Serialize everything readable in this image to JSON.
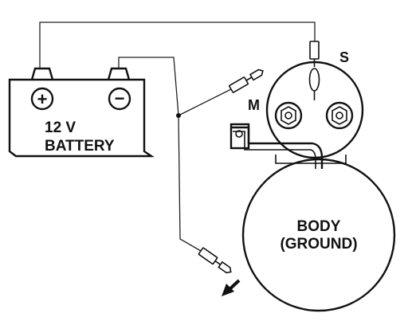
{
  "diagram": {
    "battery_voltage": "12 V",
    "battery_label": "BATTERY",
    "terminal_s": "S",
    "terminal_m": "M",
    "body_line1": "BODY",
    "body_line2": "(GROUND)",
    "positive_symbol": "+",
    "negative_symbol": "−"
  },
  "icons": {
    "probe": "test-lead-probe-icon",
    "arrow": "down-left-arrow-icon",
    "nut": "hex-nut-icon"
  },
  "colors": {
    "ink": "#111111",
    "background": "#ffffff"
  }
}
